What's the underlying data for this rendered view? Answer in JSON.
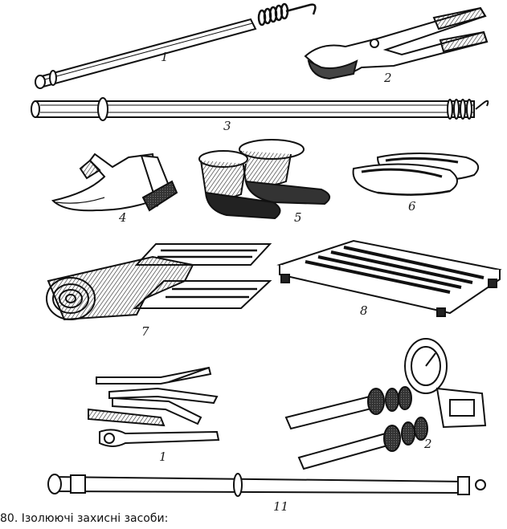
{
  "figure": {
    "caption": "80. Ізолюючі захисні засоби:",
    "item_labels": {
      "rod_hook": "1",
      "pliers": "2",
      "rod_long": "3",
      "gloves": "4",
      "boots": "5",
      "galoshes": "6",
      "mats": "7",
      "grating_stand": "8",
      "hand_tools": "1",
      "voltage_indicator": "2",
      "long_rod_bottom": "11"
    }
  }
}
